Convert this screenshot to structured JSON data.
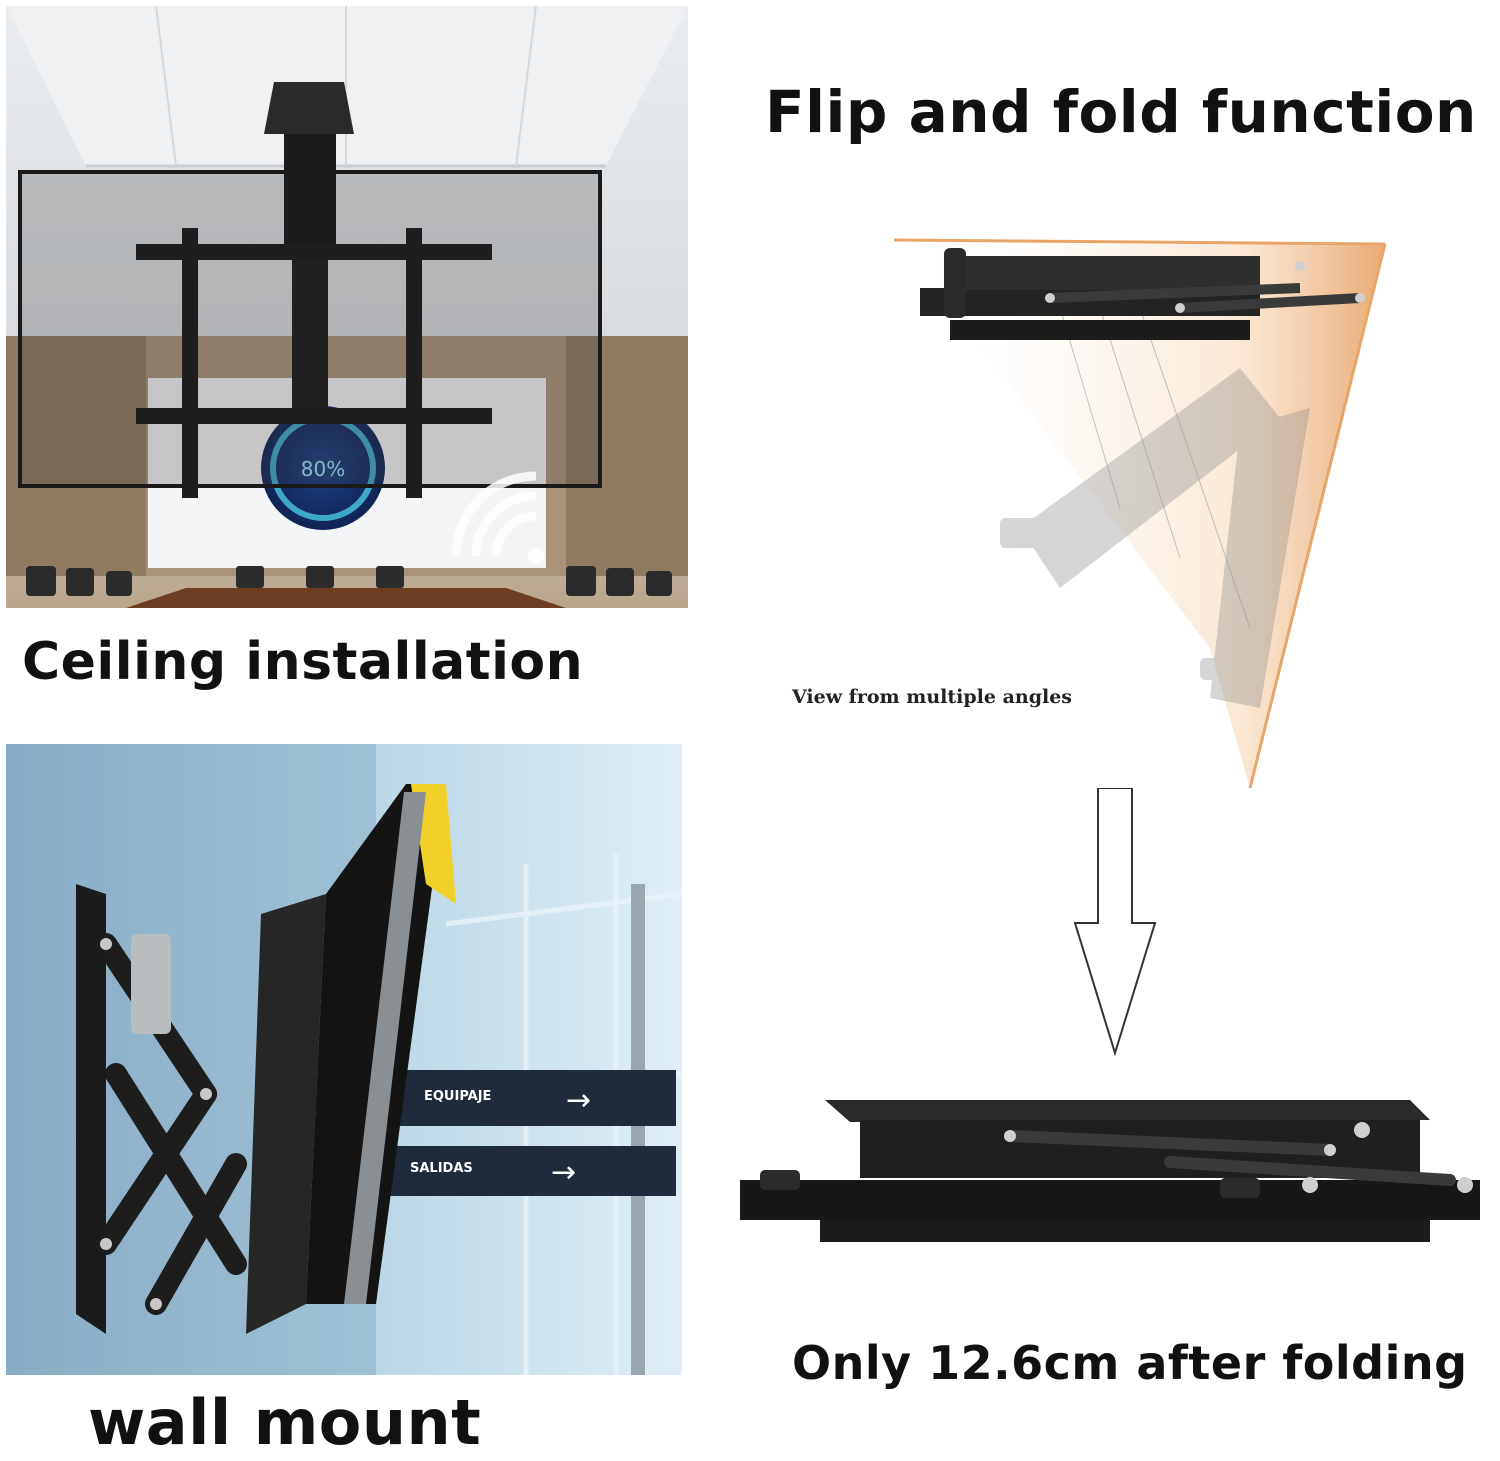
{
  "captions": {
    "flip_fold": "Flip and fold function",
    "ceiling": "Ceiling installation",
    "wall": "wall mount",
    "folded": "Only 12.6cm after folding",
    "view_angles": "View from multiple angles"
  },
  "ceiling_screen": {
    "percent": "80%"
  },
  "signs": {
    "sign1": "EQUIPAJE",
    "sign2": "SALIDAS"
  },
  "colors": {
    "accent_orange": "#e8a56a",
    "mount_black": "#1d1d1d",
    "sign_yellow": "#f2d22a"
  }
}
